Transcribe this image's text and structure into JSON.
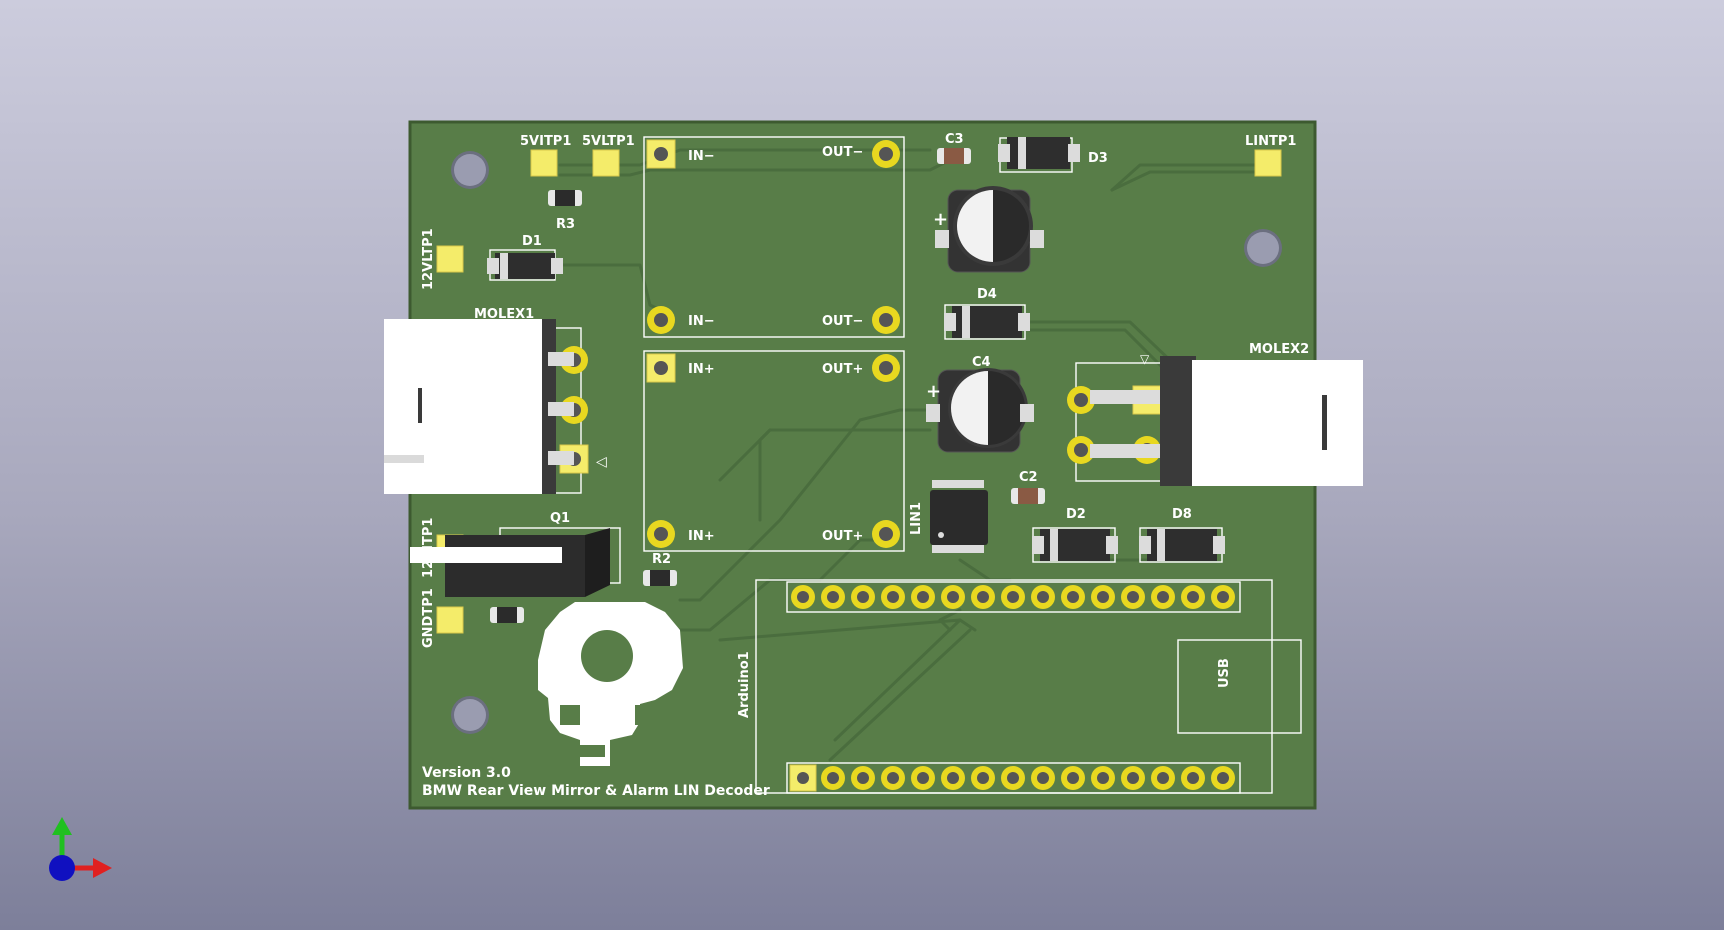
{
  "board": {
    "version_label": "Version 3.0",
    "title_label": "BMW Rear View Mirror & Alarm LIN Decoder",
    "colors": {
      "pcb": "#587d48",
      "silkscreen": "#ffffff",
      "pad": "#f4ec6a",
      "ring": "#e8d820",
      "trace": "#4a6d3e"
    }
  },
  "refs": {
    "tp_5vi": "5VITP1",
    "tp_5vl": "5VLTP1",
    "tp_lin": "LINTP1",
    "tp_12vl": "12VLTP1",
    "tp_12vi": "12VITP1",
    "tp_gnd": "GNDTP1",
    "r3": "R3",
    "r2": "R2",
    "d1": "D1",
    "d2": "D2",
    "d3": "D3",
    "d4": "D4",
    "d8": "D8",
    "c2": "C2",
    "c3": "C3",
    "c4": "C4",
    "q1": "Q1",
    "lin1": "LIN1",
    "molex1": "MOLEX1",
    "molex2": "MOLEX2",
    "arduino": "Arduino1",
    "usb": "USB"
  },
  "module_top": {
    "in_minus_1": "IN−",
    "out_minus_1": "OUT−",
    "in_minus_2": "IN−",
    "out_minus_2": "OUT−"
  },
  "module_bottom": {
    "in_plus_1": "IN+",
    "out_plus_1": "OUT+",
    "in_plus_2": "IN+",
    "out_plus_2": "OUT+"
  },
  "polarity": {
    "plus_c5": "+",
    "plus_c4": "+",
    "pin1_molex1": "◁",
    "pin1_molex2": "▽"
  },
  "axes_gizmo": {
    "x_color": "#e02020",
    "y_color": "#20c020",
    "z_color": "#1010c0"
  }
}
